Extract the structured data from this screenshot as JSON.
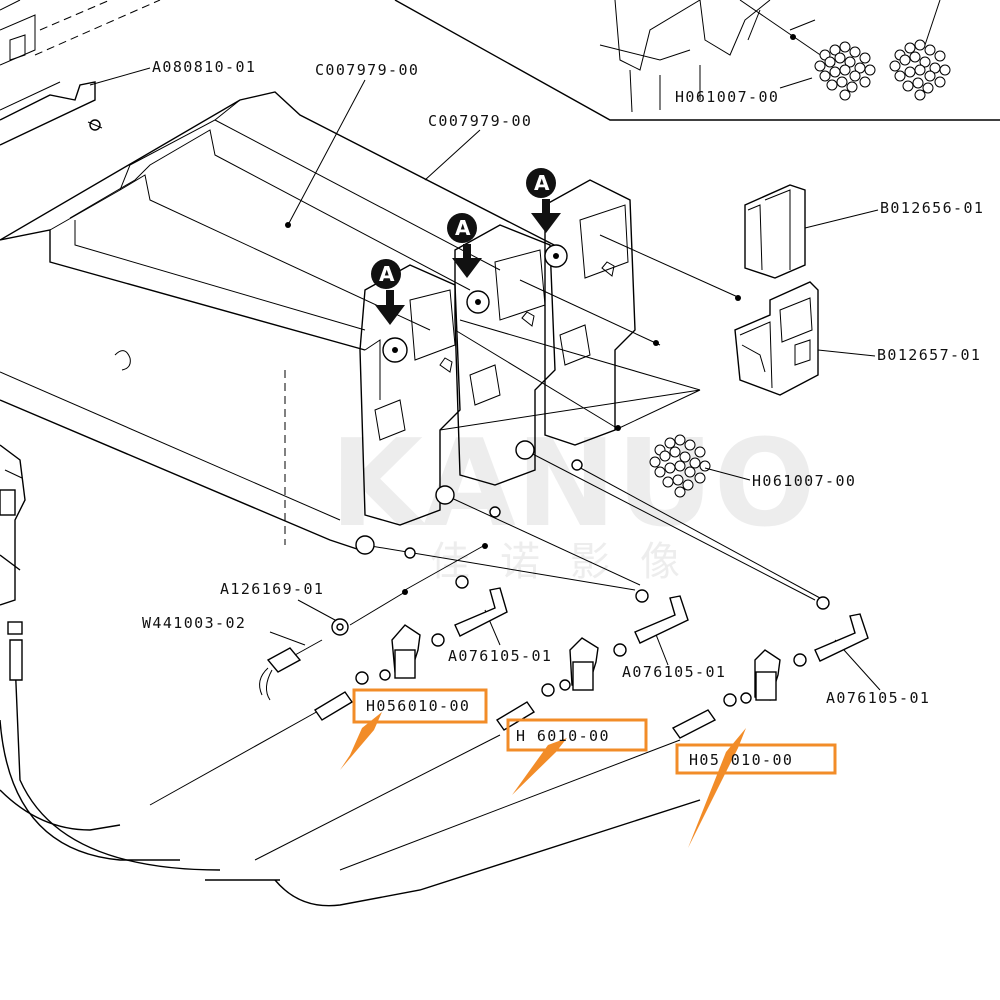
{
  "parts": {
    "a080810": "A080810-01",
    "c007979_a": "C007979-00",
    "c007979_b": "C007979-00",
    "h061007_top": "H061007-00",
    "b012656": "B012656-01",
    "b012657": "B012657-01",
    "h061007_mid": "H061007-00",
    "a126169": "A126169-01",
    "w441003": "W441003-02",
    "a076105_1": "A076105-01",
    "a076105_2": "A076105-01",
    "a076105_3": "A076105-01",
    "h056010_1": "H056010-00",
    "h056010_2": "H 6010-00",
    "h056010_3": "H05 010-00"
  },
  "callouts": {
    "a1": "A",
    "a2": "A",
    "a3": "A"
  },
  "colors": {
    "highlight": "#f28c28",
    "line": "#000000"
  },
  "watermark": {
    "brand": "KANUO",
    "cn": "佳诺影像"
  }
}
